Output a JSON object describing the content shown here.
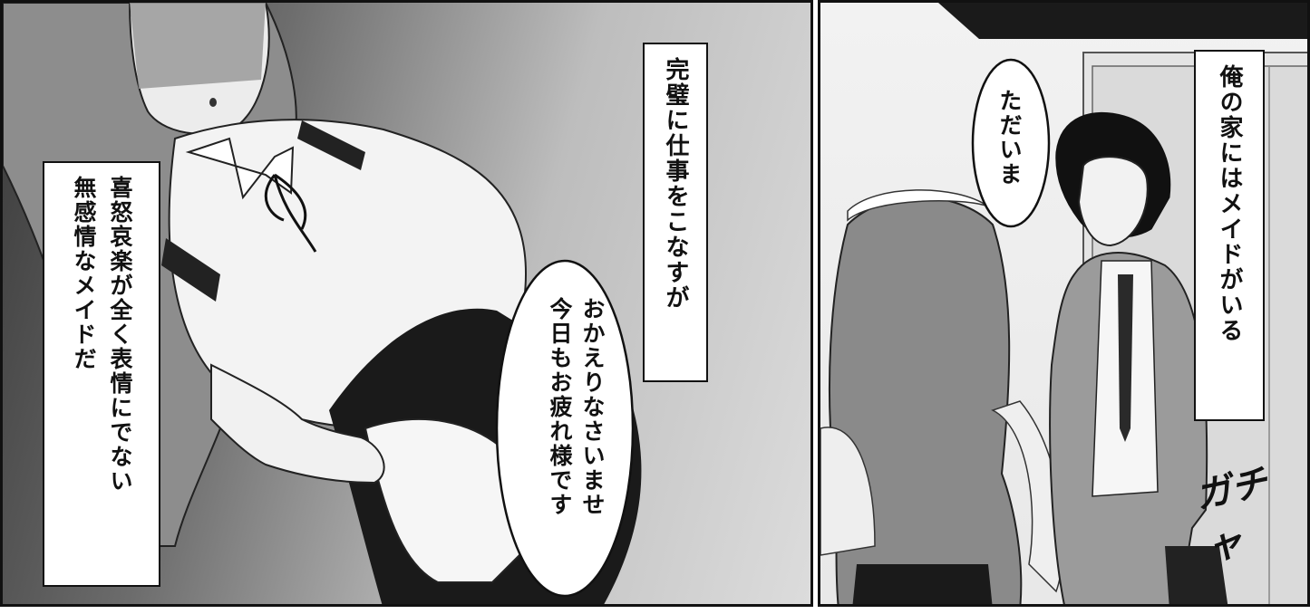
{
  "left_panel": {
    "caption_a_lines": [
      "喜怒哀楽が全く表情にでない",
      "無感情なメイドだ"
    ],
    "caption_b": "完璧に仕事をこなすが",
    "speech_lines": [
      "おかえりなさいませ",
      "今日もお疲れ様です"
    ]
  },
  "right_panel": {
    "caption": "俺の家にはメイドがいる",
    "speech": "ただいま",
    "sfx": "ガチャ"
  }
}
